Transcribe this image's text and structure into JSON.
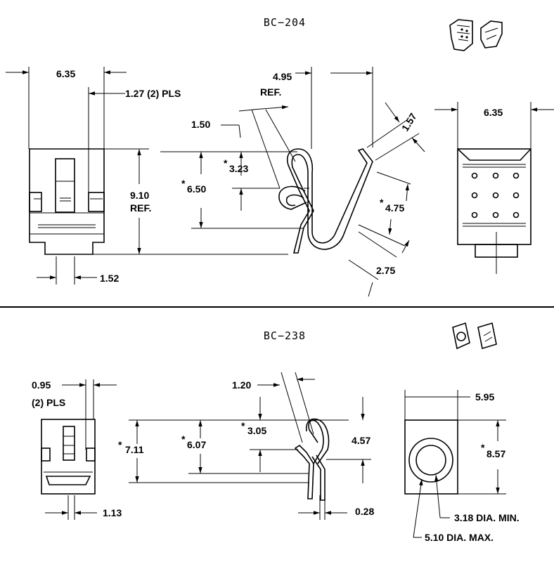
{
  "bc204": {
    "title": "BC−204",
    "d_635_left": "6.35",
    "d_127": "1.27  (2) PLS",
    "d_910": "9.10",
    "ref": "REF.",
    "d_152": "1.52",
    "d_495": "4.95",
    "ref2": "REF.",
    "d_150": "1.50",
    "d_323": "3.23",
    "d_650": "6.50",
    "d_157": "1.57",
    "d_475": "4.75",
    "d_275": "2.75",
    "d_635_right": "6.35",
    "star": "*"
  },
  "bc238": {
    "title": "BC−238",
    "d_095": "0.95",
    "pls": "(2) PLS",
    "d_113": "1.13",
    "d_711": "7.11",
    "d_607": "6.07",
    "d_120": "1.20",
    "d_305": "3.05",
    "d_457": "4.57",
    "d_028": "0.28",
    "d_595": "5.95",
    "d_857": "8.57",
    "d_318": "3.18  DIA. MIN.",
    "d_510": "5.10  DIA. MAX.",
    "star": "*"
  }
}
